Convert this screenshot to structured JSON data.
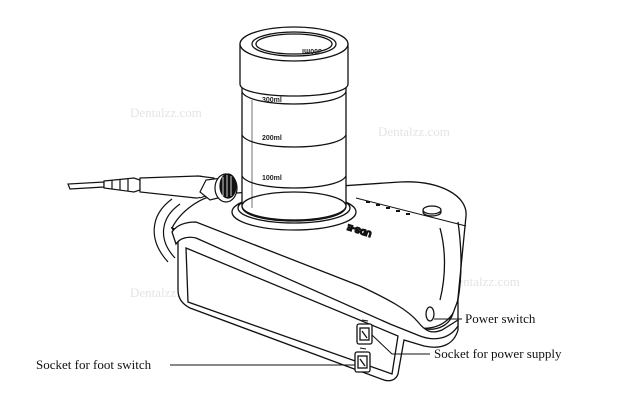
{
  "watermark": {
    "text": "Dentalzz.com"
  },
  "bottle": {
    "cap_text": "300ml",
    "graduations": [
      "300ml",
      "200ml",
      "100ml"
    ]
  },
  "device": {
    "model_text": "UDS-E"
  },
  "callouts": {
    "power_switch": "Power switch",
    "power_supply_socket": "Socket for power supply",
    "foot_switch_socket": "Socket for foot switch"
  },
  "colors": {
    "line": "#111111",
    "watermark": "#e4e4e4",
    "background": "#ffffff"
  }
}
